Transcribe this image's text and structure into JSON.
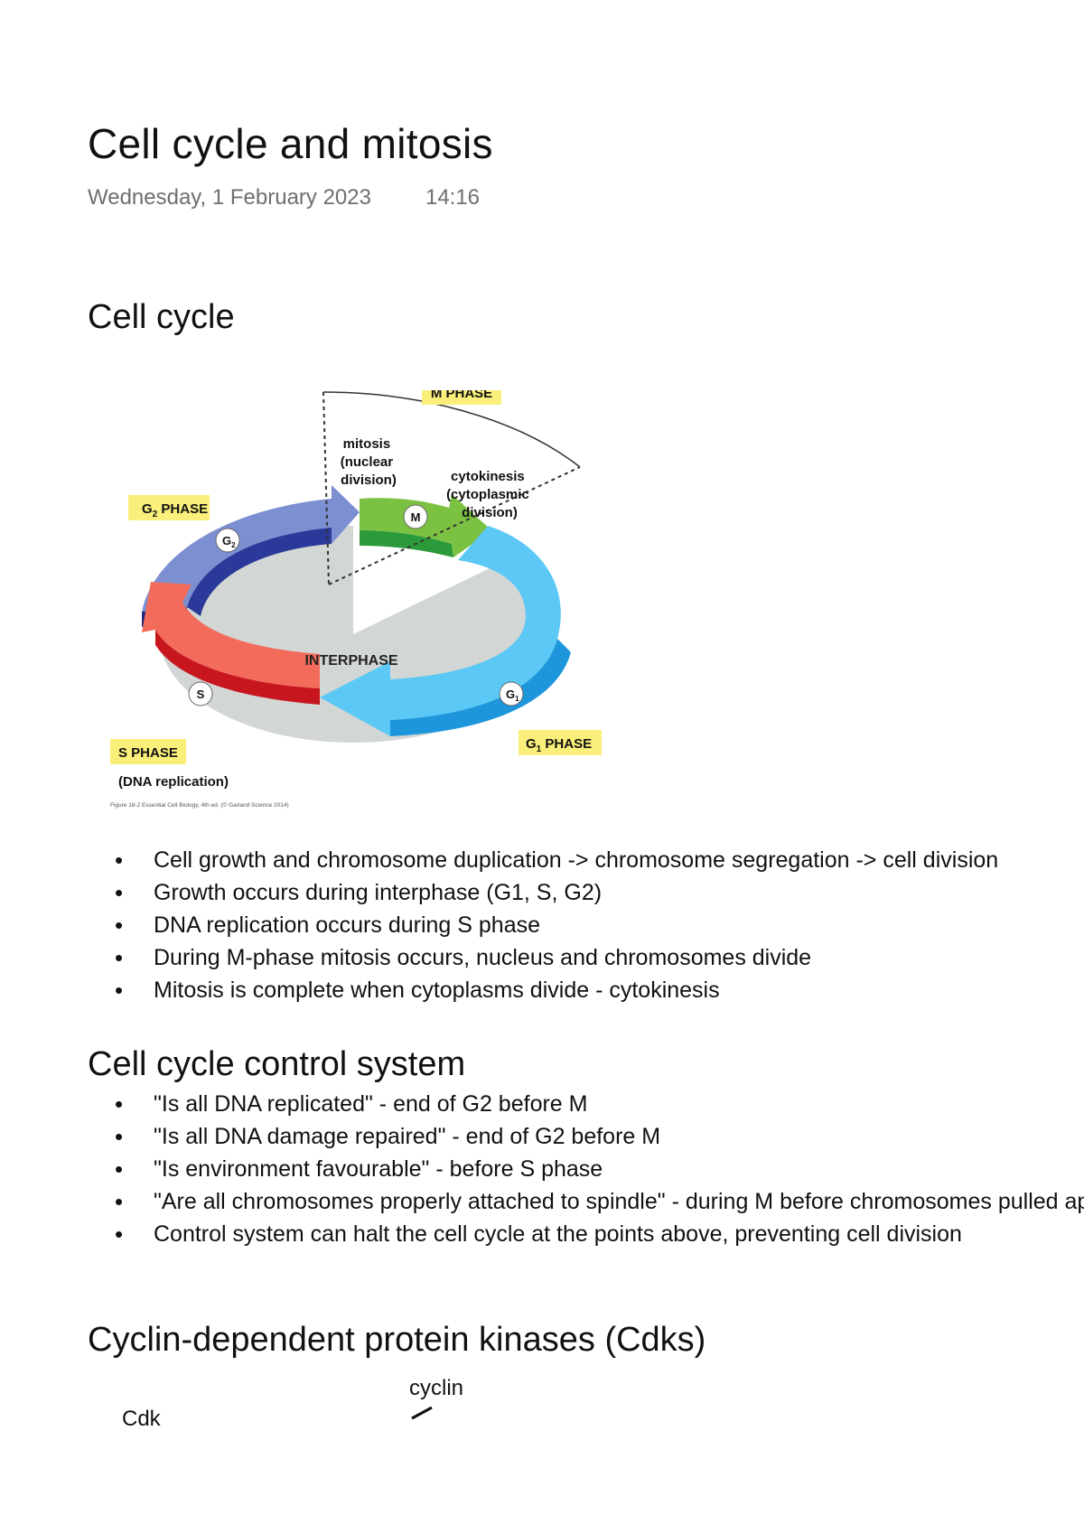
{
  "title": "Cell cycle and mitosis",
  "date": "Wednesday, 1 February 2023",
  "time": "14:16",
  "section1": {
    "heading": "Cell cycle",
    "diagram": {
      "m_phase": "M PHASE",
      "mitosis": [
        "mitosis",
        "(nuclear",
        "division)"
      ],
      "cytokinesis": [
        "cytokinesis",
        "(cytoplasmic",
        "division)"
      ],
      "g2_phase_main": "G",
      "g2_phase_sub": "2",
      "g2_phase_rest": " PHASE",
      "g2_badge_main": "G",
      "g2_badge_sub": "2",
      "m_badge": "M",
      "interphase": "INTERPHASE",
      "s_badge": "S",
      "g1_badge_main": "G",
      "g1_badge_sub": "1",
      "s_phase": "S PHASE",
      "dna_replication": "(DNA replication)",
      "g1_phase_main": "G",
      "g1_phase_sub": "1",
      "g1_phase_rest": " PHASE",
      "caption": "Figure 18-2 Essential Cell Biology, 4th ed. (© Garland Science 2014)",
      "colors": {
        "m_green": "#7cc242",
        "s_red": "#f26b5b",
        "g1_blue": "#5bc8f5",
        "g2_blue": "#7b8fd1",
        "label_bg": "#f9ef7a",
        "interphase_gray": "#d2d6d4"
      }
    },
    "bullets": [
      "Cell growth and chromosome duplication -> chromosome segregation -> cell division",
      "Growth occurs during interphase (G1, S, G2)",
      "DNA replication occurs during S phase",
      "During M-phase mitosis occurs, nucleus and chromosomes divide",
      "Mitosis is complete when cytoplasms divide - cytokinesis"
    ]
  },
  "section2": {
    "heading": "Cell cycle control system",
    "bullets": [
      "\"Is all DNA replicated\" - end of G2 before M",
      "\"Is all DNA damage repaired\" - end of G2 before M",
      "\"Is environment favourable\" - before S phase",
      "\"Are all chromosomes properly attached to spindle\" - during M before chromosomes pulled apart",
      "Control system can halt the cell cycle at the points above, preventing cell division"
    ]
  },
  "section3": {
    "heading": "Cyclin-dependent protein kinases (Cdks)",
    "cyclin_label": "cyclin",
    "cdk_label": "Cdk"
  }
}
